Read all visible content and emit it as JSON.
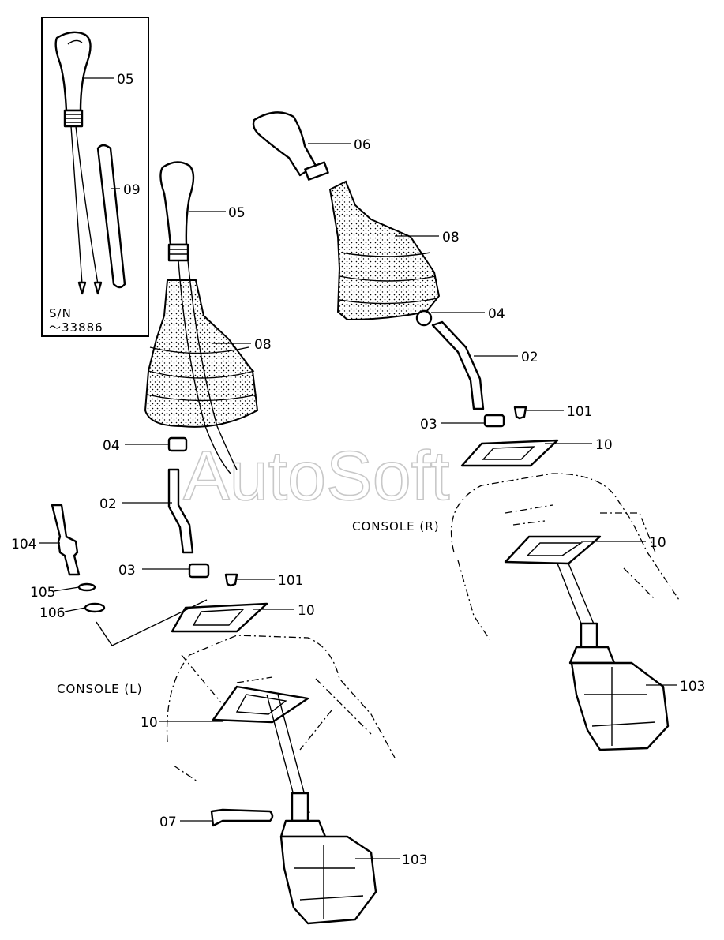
{
  "watermark": "AutoSoft",
  "inset_note": {
    "line1": "S/N",
    "line2": "～33886"
  },
  "console_left_label": "CONSOLE (L)",
  "console_right_label": "CONSOLE (R)",
  "callouts": {
    "p05_inset": "05",
    "p09": "09",
    "p05_left": "05",
    "p08_left": "08",
    "p04_left": "04",
    "p02_left": "02",
    "p104": "104",
    "p03_left": "03",
    "p101_left": "101",
    "p105": "105",
    "p106": "106",
    "p10_left_top": "10",
    "p10_left_bottom": "10",
    "p07": "07",
    "p103_left": "103",
    "p06": "06",
    "p08_right": "08",
    "p04_right": "04",
    "p02_right": "02",
    "p03_right": "03",
    "p101_right": "101",
    "p10_right_top": "10",
    "p10_right_bottom": "10",
    "p103_right": "103"
  }
}
